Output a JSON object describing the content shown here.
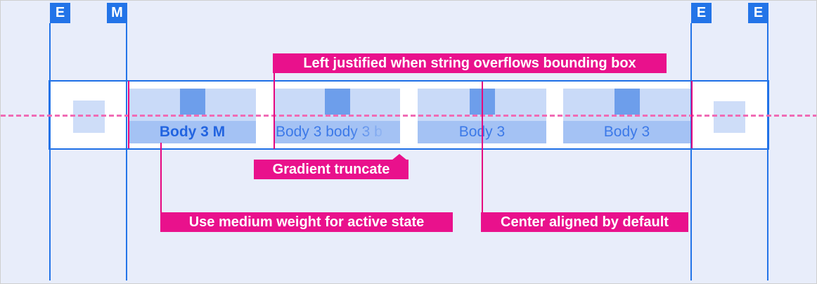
{
  "markers": [
    {
      "label": "E"
    },
    {
      "label": "M"
    },
    {
      "label": "E"
    },
    {
      "label": "E"
    }
  ],
  "tabs": [
    {
      "label": "Body 3 M",
      "state": "active",
      "weight": "medium",
      "alignment": "center"
    },
    {
      "label": "Body 3 body 3 b",
      "state": "default",
      "truncation": "gradient",
      "alignment": "left"
    },
    {
      "label": "Body 3",
      "state": "default",
      "alignment": "center"
    },
    {
      "label": "Body 3",
      "state": "default",
      "alignment": "center"
    }
  ],
  "annotations": {
    "overflow": "Left justified when string overflows bounding box",
    "truncate": "Gradient truncate",
    "active_state": "Use medium weight for active state",
    "center_aligned": "Center aligned by default"
  },
  "colors": {
    "background": "#E8EDFA",
    "grid_blue": "#2374E8",
    "marker_blue": "#2374E8",
    "bar_border": "#1E6FE6",
    "tab_icon_row_bg": "#C9DAF8",
    "tab_label_bg": "#A4C2F4",
    "icon_fill": "#6D9EEB",
    "side_square": "#CEDDF8",
    "active_text": "#2264E0",
    "inactive_text": "#3C79E8",
    "annotation_bg": "#E9118C",
    "annotation_text": "#FFFFFF",
    "baseline_pink": "#F06CB5",
    "annotation_line": "#E5067F"
  }
}
